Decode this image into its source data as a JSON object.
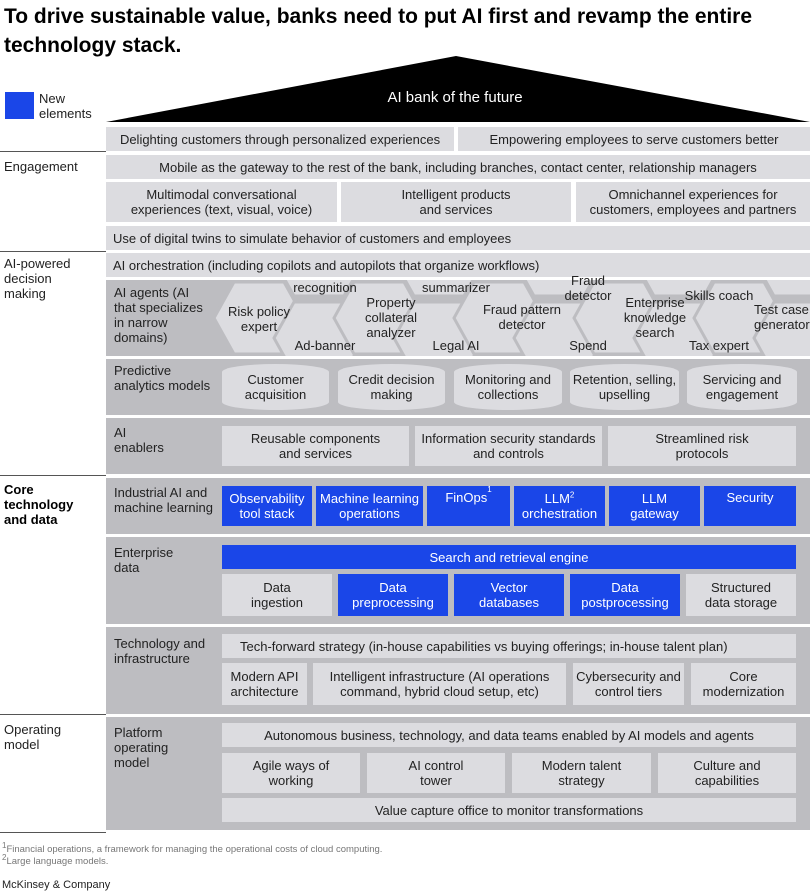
{
  "title": "To drive sustainable value, banks need to put AI first and revamp the entire technology stack.",
  "legend": {
    "label": "New elements",
    "color": "#1a46e8"
  },
  "roof": "AI bank of the future",
  "colors": {
    "band": "#bdbdc1",
    "box": "#dcdce0",
    "blue": "#1a46e8"
  },
  "sections": {
    "engagement": "Engagement",
    "ai_decision": "AI-powered decision making",
    "core": "Core technology and data",
    "operating": "Operating model"
  },
  "engagement": {
    "top_left": "Delighting customers through personalized experiences",
    "top_right": "Empowering employees to serve customers better",
    "mobile": "Mobile as the gateway to the rest of the bank, including branches, contact center, relationship managers",
    "multimodal": "Multimodal conversational experiences (text, visual, voice)",
    "intelligent": "Intelligent products and services",
    "omnichannel": "Omnichannel experiences for customers, employees and partners",
    "twins": "Use of digital twins to simulate behavior of customers and employees"
  },
  "ai": {
    "orchestration": "AI orchestration (including copilots and autopilots that organize workflows)",
    "agents_label": "AI agents (AI that specializes in narrow domains)",
    "agents": [
      "Risk policy expert",
      "recognition",
      "Ad-banner",
      "Property collateral analyzer",
      "summarizer",
      "Legal AI",
      "Fraud pattern detector",
      "Fraud detector",
      "Spend",
      "Enterprise knowledge search",
      "Skills coach",
      "Tax expert",
      "Test case generator"
    ],
    "predictive_label": "Predictive analytics models",
    "predictive": [
      "Customer acquisition",
      "Credit decision making",
      "Monitoring and collections",
      "Retention, selling, upselling",
      "Servicing and engagement"
    ],
    "enablers_label": "AI enablers",
    "enablers": [
      "Reusable components and services",
      "Information security standards and controls",
      "Streamlined risk protocols"
    ]
  },
  "core": {
    "industrial_label": "Industrial AI and machine learning",
    "industrial": [
      "Observability tool stack",
      "Machine learning operations",
      "FinOps",
      "LLM orchestration",
      "LLM gateway",
      "Security"
    ],
    "enterprise_label": "Enterprise data",
    "search": "Search and retrieval engine",
    "data": [
      "Data ingestion",
      "Data preprocessing",
      "Vector databases",
      "Data postprocessing",
      "Structured data storage"
    ],
    "tech_label": "Technology and infrastructure",
    "strategy": "Tech-forward strategy (in-house capabilities vs buying offerings; in-house talent plan)",
    "infra": [
      "Modern API architecture",
      "Intelligent infrastructure (AI operations command, hybrid cloud setup, etc)",
      "Cybersecurity and control tiers",
      "Core modernization"
    ]
  },
  "operating": {
    "platform_label": "Platform operating model",
    "autonomous": "Autonomous business, technology, and data teams enabled by AI models and agents",
    "items": [
      "Agile ways of working",
      "AI control tower",
      "Modern talent strategy",
      "Culture and capabilities"
    ],
    "value": "Value capture office to monitor transformations"
  },
  "footnotes": {
    "fn1": "Financial operations, a framework for managing the operational costs of cloud computing.",
    "fn2": "Large language models.",
    "sup1": "1",
    "sup2": "2"
  },
  "source": "McKinsey & Company"
}
